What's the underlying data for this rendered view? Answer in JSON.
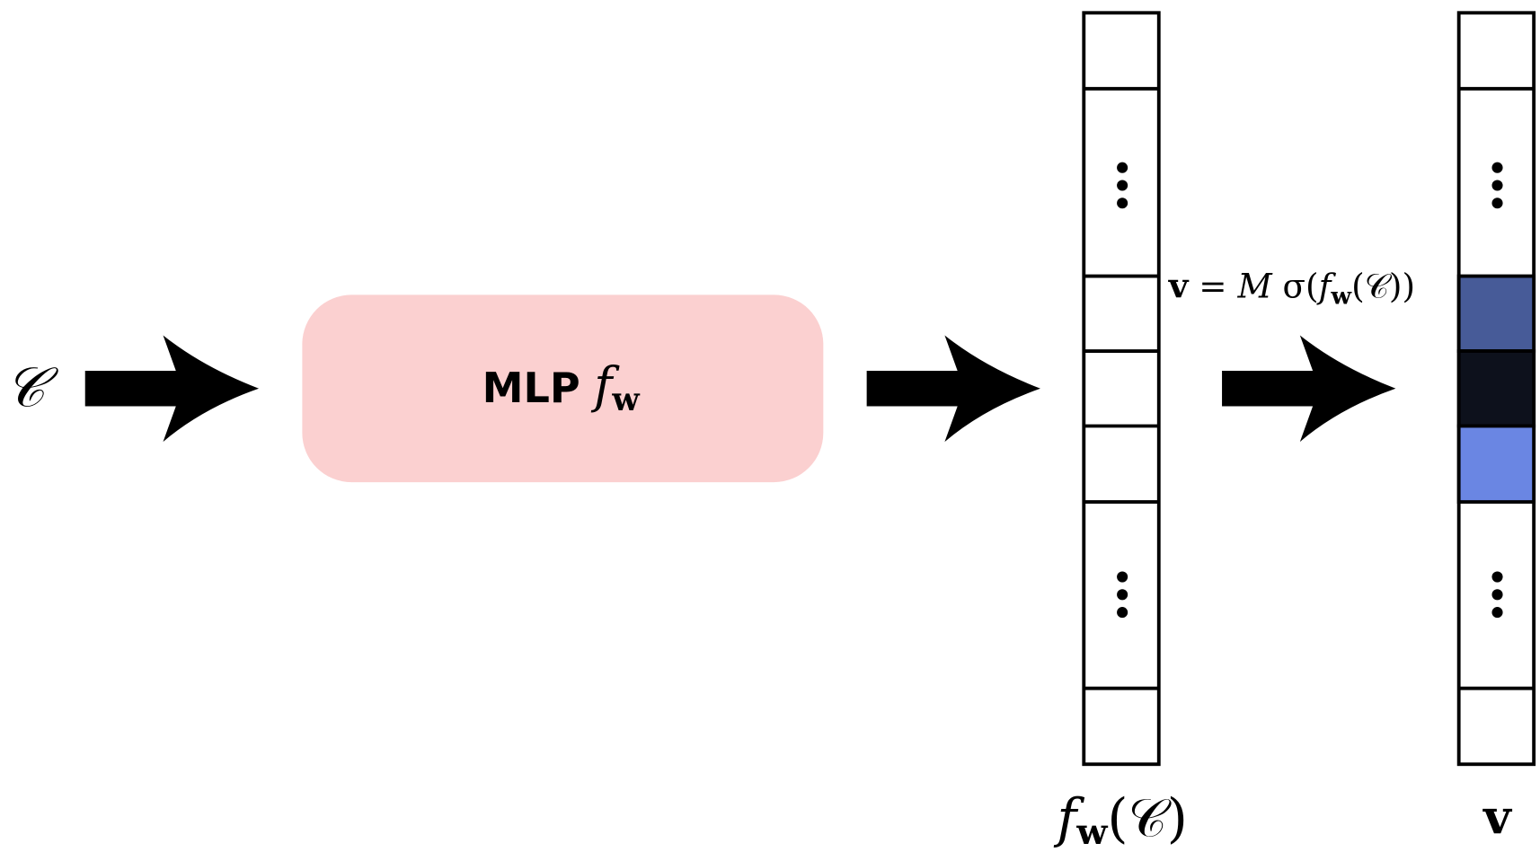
{
  "input_label": "𝒞",
  "mlp": {
    "label": "MLP",
    "fn": "f",
    "fn_sub": "w",
    "fill": "#fbd0d0"
  },
  "vector1": {
    "label_fn": "f",
    "label_sub": "w",
    "label_arg": "(𝒞)",
    "ellipsis": "⋮"
  },
  "vector2": {
    "label": "v",
    "ellipsis": "⋮",
    "cell_colors": [
      "#475b98",
      "#0d111c",
      "#6a86e3"
    ]
  },
  "equation": {
    "lhs": "v",
    "eq": " = ",
    "M": "M",
    "sigma": " σ(",
    "fn": "f",
    "sub": "w",
    "arg": "(𝒞))"
  }
}
